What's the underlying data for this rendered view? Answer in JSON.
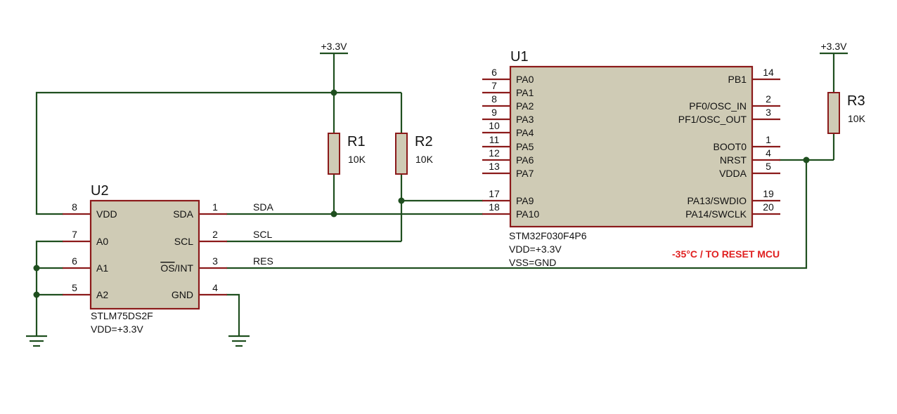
{
  "colors": {
    "wire": "#1f4f1f",
    "pin": "#8b1a1a",
    "body": "#cfcbb5",
    "note": "#e02020"
  },
  "u1": {
    "ref": "U1",
    "part": "STM32F030F4P6",
    "vdd": "VDD=+3.3V",
    "vss": "VSS=GND",
    "left_pins": [
      {
        "num": "6",
        "name": "PA0"
      },
      {
        "num": "7",
        "name": "PA1"
      },
      {
        "num": "8",
        "name": "PA2"
      },
      {
        "num": "9",
        "name": "PA3"
      },
      {
        "num": "10",
        "name": "PA4"
      },
      {
        "num": "11",
        "name": "PA5"
      },
      {
        "num": "12",
        "name": "PA6"
      },
      {
        "num": "13",
        "name": "PA7"
      },
      {
        "num": "17",
        "name": "PA9"
      },
      {
        "num": "18",
        "name": "PA10"
      }
    ],
    "right_pins": [
      {
        "num": "14",
        "name": "PB1"
      },
      {
        "num": "2",
        "name": "PF0/OSC_IN"
      },
      {
        "num": "3",
        "name": "PF1/OSC_OUT"
      },
      {
        "num": "1",
        "name": "BOOT0"
      },
      {
        "num": "4",
        "name": "NRST"
      },
      {
        "num": "5",
        "name": "VDDA"
      },
      {
        "num": "19",
        "name": "PA13/SWDIO"
      },
      {
        "num": "20",
        "name": "PA14/SWCLK"
      }
    ]
  },
  "u2": {
    "ref": "U2",
    "part": "STLM75DS2F",
    "vdd": "VDD=+3.3V",
    "left_pins": [
      {
        "num": "8",
        "name": "VDD"
      },
      {
        "num": "7",
        "name": "A0"
      },
      {
        "num": "6",
        "name": "A1"
      },
      {
        "num": "5",
        "name": "A2"
      }
    ],
    "right_pins": [
      {
        "num": "1",
        "name": "SDA"
      },
      {
        "num": "2",
        "name": "SCL"
      },
      {
        "num": "3",
        "name_overline": "OS",
        "name_rest": "/INT"
      },
      {
        "num": "4",
        "name": "GND"
      }
    ]
  },
  "resistors": [
    {
      "ref": "R1",
      "value": "10K"
    },
    {
      "ref": "R2",
      "value": "10K"
    },
    {
      "ref": "R3",
      "value": "10K"
    }
  ],
  "power": {
    "r12_supply": "+3.3V",
    "r3_supply": "+3.3V"
  },
  "nets": {
    "sda": "SDA",
    "scl": "SCL",
    "res": "RES"
  },
  "note": "-35°C / TO RESET MCU"
}
